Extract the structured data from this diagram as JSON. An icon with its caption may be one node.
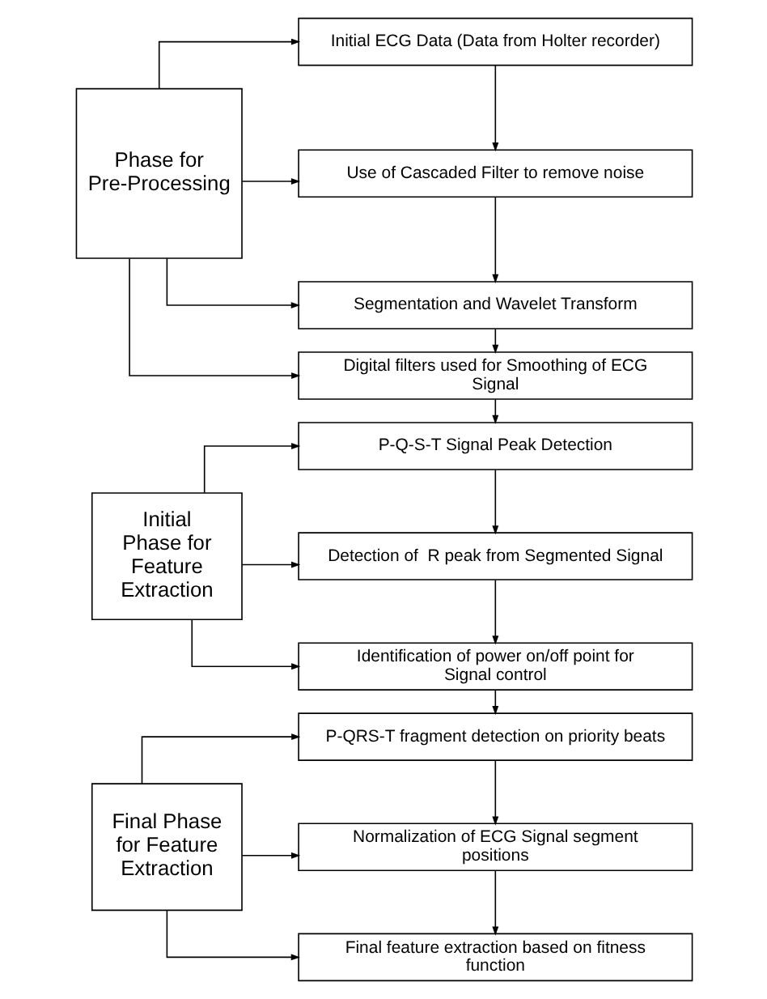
{
  "diagram": {
    "nodes": [
      {
        "text": [
          "Phase for Pre-Processing"
        ]
      },
      {
        "text": [
          "Initial ECG Data (Data from Holter recorder)"
        ]
      },
      {
        "text": [
          "Use of Cascaded Filter to remove noise"
        ]
      },
      {
        "text": [
          "Segmentation and Wavelet Transform"
        ]
      },
      {
        "text": [
          "Digital filters used for Smoothing of ECG Signal"
        ]
      },
      {
        "text": [
          "Initial Phase for Feature Extraction"
        ]
      },
      {
        "text": [
          "P-Q-S-T Signal Peak Detection"
        ]
      },
      {
        "text": [
          "Detection of  R peak from Segmented Signal"
        ]
      },
      {
        "text": [
          "Identification of power on/off point for Signal control"
        ]
      },
      {
        "text": [
          "Final Phase for Feature Extraction"
        ]
      },
      {
        "text": [
          "P-QRS-T fragment detection on priority beats"
        ]
      },
      {
        "text": [
          "Normalization of ECG Signal segment positions"
        ]
      },
      {
        "text": [
          "Final feature extraction based on fitness function"
        ]
      }
    ],
    "edges": [
      {
        "from": 0,
        "to": 1,
        "arrow": "to"
      },
      {
        "from": 0,
        "to": 2,
        "arrow": "to"
      },
      {
        "from": 0,
        "to": 3,
        "arrow": "to"
      },
      {
        "from": 0,
        "to": 4,
        "arrow": "to"
      },
      {
        "from": 1,
        "to": 2,
        "arrow": "to"
      },
      {
        "from": 2,
        "to": 3,
        "arrow": "to"
      },
      {
        "from": 3,
        "to": 4,
        "arrow": "to"
      },
      {
        "from": 4,
        "to": 6,
        "arrow": "to"
      },
      {
        "from": 5,
        "to": 6,
        "arrow": "to"
      },
      {
        "from": 5,
        "to": 7,
        "arrow": "to"
      },
      {
        "from": 5,
        "to": 8,
        "arrow": "to"
      },
      {
        "from": 6,
        "to": 7,
        "arrow": "to"
      },
      {
        "from": 7,
        "to": 8,
        "arrow": "to"
      },
      {
        "from": 8,
        "to": 10,
        "arrow": "to"
      },
      {
        "from": 9,
        "to": 10,
        "arrow": "to"
      },
      {
        "from": 9,
        "to": 11,
        "arrow": "to"
      },
      {
        "from": 9,
        "to": 12,
        "arrow": "to"
      },
      {
        "from": 10,
        "to": 11,
        "arrow": "to"
      },
      {
        "from": 11,
        "to": 12,
        "arrow": "to"
      }
    ]
  }
}
